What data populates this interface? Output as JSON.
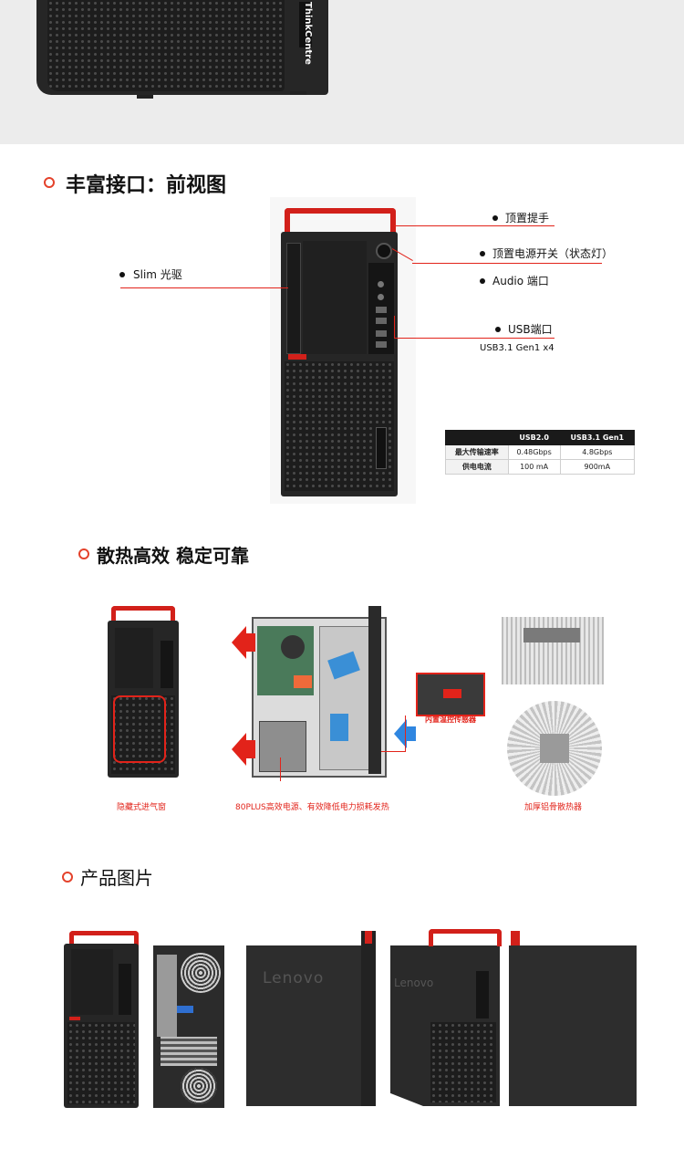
{
  "brand": {
    "thinkcentre": "ThinkCentre",
    "lenovo": "Lenovo"
  },
  "section_front": {
    "title": "丰富接口：前视图",
    "callouts": {
      "handle": "顶置提手",
      "power": "顶置电源开关（状态灯）",
      "audio": "Audio 端口",
      "usb": "USB端口",
      "usb_sub": "USB3.1 Gen1 x4",
      "optical": "Slim 光驱"
    },
    "spec_table": {
      "headers": [
        "",
        "USB2.0",
        "USB3.1 Gen1"
      ],
      "rows": [
        [
          "最大传输速率",
          "0.48Gbps",
          "4.8Gbps"
        ],
        [
          "供电电流",
          "100 mA",
          "900mA"
        ]
      ]
    }
  },
  "section_cooling": {
    "title": "散热高效 稳定可靠",
    "caption_intake": "隐藏式进气窗",
    "caption_psu": "80PLUS高效电源、有效降低电力损耗发热",
    "caption_sensor": "内置温控传感器",
    "caption_heatsink": "加厚铝骨散热器"
  },
  "section_photos": {
    "title": "产品图片"
  },
  "colors": {
    "accent_red": "#e2231a",
    "bullet_orange": "#e4422b",
    "chassis": "#262626"
  }
}
